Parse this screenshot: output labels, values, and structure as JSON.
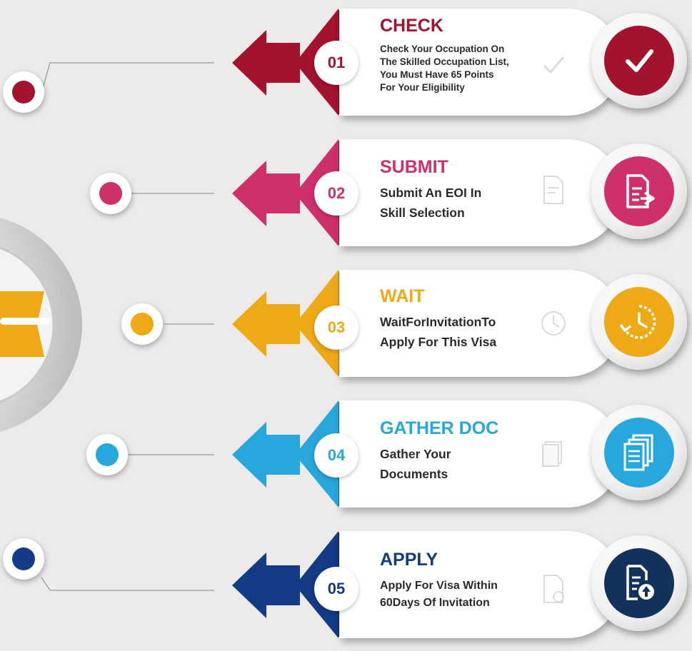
{
  "steps": [
    {
      "number": "01",
      "title": "CHECK",
      "color": "#a5122d",
      "desc": [
        "Check Your Occupation On",
        "The Skilled Occupation List,",
        "You Must Have  65 Points",
        "For Your Eligibility"
      ],
      "icon": "checkmark-icon"
    },
    {
      "number": "02",
      "title": "SUBMIT",
      "color": "#cf2f6a",
      "desc": [
        "Submit An EOI In",
        "Skill Selection"
      ],
      "icon": "document-submit-icon"
    },
    {
      "number": "03",
      "title": "WAIT",
      "color": "#eea917",
      "desc": [
        "WaitForInvitationTo",
        "Apply For This Visa"
      ],
      "icon": "clock-icon"
    },
    {
      "number": "04",
      "title": "GATHER DOC",
      "color": "#27a7dc",
      "desc": [
        "Gather Your",
        "Documents"
      ],
      "icon": "documents-stack-icon"
    },
    {
      "number": "05",
      "title": "APPLY",
      "color": "#133b86",
      "desc": [
        "Apply For Visa Within",
        "60Days Of Invitation"
      ],
      "icon": "document-upload-icon"
    }
  ],
  "colors": {
    "background": "#ecebe9",
    "card": "#ffffff",
    "icon_circle_5": "#12325c"
  }
}
